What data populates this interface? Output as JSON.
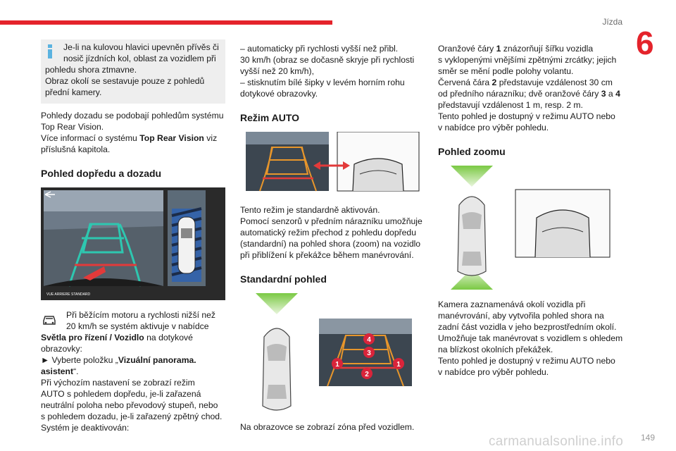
{
  "header": {
    "section": "Jízda",
    "chapter": "6",
    "accent_color": "#e4232b"
  },
  "col1": {
    "info_line1": "Je-li na kulovou hlavici upevněn přívěs či",
    "info_line2": "nosič jízdních kol, oblast za vozidlem při",
    "info_line3": "pohledu shora ztmavne.",
    "info_line4": "Obraz okolí se sestavuje pouze z pohledů",
    "info_line5": "přední kamery.",
    "p1_l1": "Pohledy dozadu se podobají pohledům systému",
    "p1_l2": "Top Rear Vision.",
    "p1_l3a": "Více informací o systému ",
    "p1_l3b": "Top Rear Vision",
    "p1_l3c": " viz",
    "p1_l4": "příslušná kapitola.",
    "heading": "Pohled dopředu a dozadu",
    "screen_label": "VUE ARRIERE STANDARD",
    "car_l1": "Při běžícím motoru a rychlosti nižší než",
    "car_l2": "20 km/h se systém aktivuje v nabídce",
    "car_l3a": "Světla pro řízení / Vozidlo",
    "car_l3b": " na dotykové",
    "car_l4": "obrazovky:",
    "car_l5a": "► Vyberte položku „",
    "car_l5b": "Vizuální panorama.",
    "car_l6a": "asistent",
    "car_l6b": "“.",
    "car_l7": "Při výchozím nastavení se zobrazí režim",
    "car_l8": "AUTO s pohledem dopředu, je-li zařazená",
    "car_l9": "neutrální poloha nebo převodový stupeň, nebo",
    "car_l10": "s pohledem dozadu, je-li zařazený zpětný chod.",
    "car_l11": "Systém je deaktivován:"
  },
  "col2": {
    "l1": "– automaticky při rychlosti vyšší než přibl.",
    "l2": "30 km/h (obraz se dočasně skryje při rychlosti",
    "l3": "vyšší než 20 km/h),",
    "l4": "– stisknutím bílé šipky v levém horním rohu",
    "l5": "dotykové obrazovky.",
    "heading_auto": "Režim AUTO",
    "a1": "Tento režim je standardně aktivován.",
    "a2": "Pomocí senzorů v předním nárazníku umožňuje",
    "a3": "automatický režim přechod z pohledu dopředu",
    "a4": "(standardní) na pohled shora (zoom) na vozidlo",
    "a5": "při přiblížení k překážce během manévrování.",
    "heading_std": "Standardní pohled",
    "badge1": "1",
    "badge2": "2",
    "badge3": "3",
    "badge4": "4",
    "s1": "Na obrazovce se zobrazí zóna před vozidlem."
  },
  "col3": {
    "o1a": "Oranžové čáry ",
    "o1b": "1",
    "o1c": " znázorňují šířku vozidla",
    "o2": "s vyklopenými vnějšími zpětnými zrcátky; jejich",
    "o3": "směr se mění podle polohy volantu.",
    "o4a": "Červená čára ",
    "o4b": "2",
    "o4c": " představuje vzdálenost 30 cm",
    "o5a": "od předního nárazníku; dvě oranžové čáry ",
    "o5b": "3",
    "o5c": " a ",
    "o5d": "4",
    "o6": "představují vzdálenost 1 m, resp. 2 m.",
    "o7": "Tento pohled je dostupný v režimu AUTO nebo",
    "o8": "v nabídce pro výběr pohledu.",
    "heading_zoom": "Pohled zoomu",
    "z1": "Kamera zaznamenává okolí vozidla při",
    "z2": "manévrování, aby vytvořila pohled shora na",
    "z3": "zadní část vozidla v jeho bezprostředním okolí.",
    "z4": "Umožňuje tak manévrovat s vozidlem s ohledem",
    "z5": "na blízkost okolních překážek.",
    "z6": "Tento pohled je dostupný v režimu AUTO nebo",
    "z7": "v nabídce pro výběr pohledu."
  },
  "footer": {
    "watermark": "carmanualsonline.info",
    "page": "149"
  }
}
